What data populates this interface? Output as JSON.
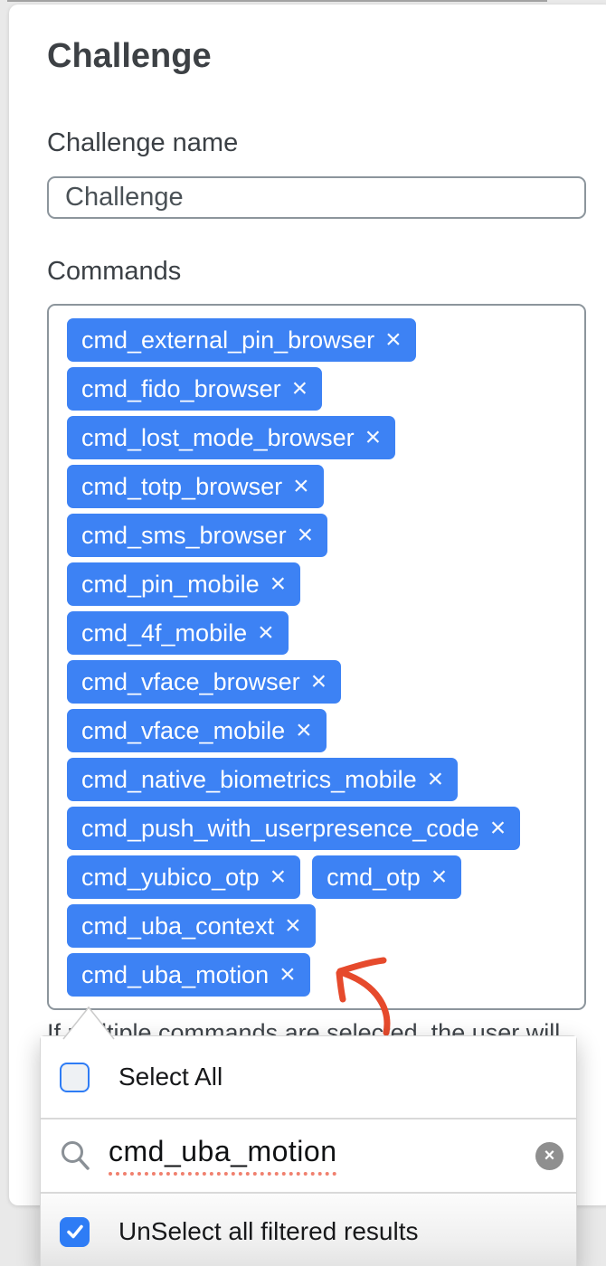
{
  "page": {
    "title": "Challenge"
  },
  "form": {
    "name_field": {
      "label": "Challenge name",
      "value": "Challenge"
    },
    "commands_field": {
      "label": "Commands",
      "chip_remove_icon": "×",
      "rows": [
        [
          "cmd_external_pin_browser"
        ],
        [
          "cmd_fido_browser"
        ],
        [
          "cmd_lost_mode_browser"
        ],
        [
          "cmd_totp_browser"
        ],
        [
          "cmd_sms_browser"
        ],
        [
          "cmd_pin_mobile"
        ],
        [
          "cmd_4f_mobile"
        ],
        [
          "cmd_vface_browser"
        ],
        [
          "cmd_vface_mobile"
        ],
        [
          "cmd_native_biometrics_mobile"
        ],
        [
          "cmd_push_with_userpresence_code"
        ],
        [
          "cmd_yubico_otp",
          "cmd_otp"
        ],
        [
          "cmd_uba_context"
        ],
        [
          "cmd_uba_motion"
        ]
      ]
    },
    "help_text": "If multiple commands are selected, the user will"
  },
  "dropdown": {
    "select_all": {
      "label": "Select All",
      "checked": false
    },
    "search": {
      "value": "cmd_uba_motion",
      "clear_icon": "×",
      "icon": "magnifier"
    },
    "unselect_filtered": {
      "label": "UnSelect all filtered results",
      "checked": true
    }
  },
  "annotation": {
    "type": "hand-drawn-arrow",
    "points_at": "cmd_uba_motion"
  },
  "colors": {
    "chip_blue": "#3d82f4",
    "checkbox_blue": "#2e7cf5",
    "arrow_red": "#e64a2c",
    "border_gray": "#8c959c",
    "page_bg": "#e9e9e9",
    "spellcheck_red": "#f0806e"
  }
}
